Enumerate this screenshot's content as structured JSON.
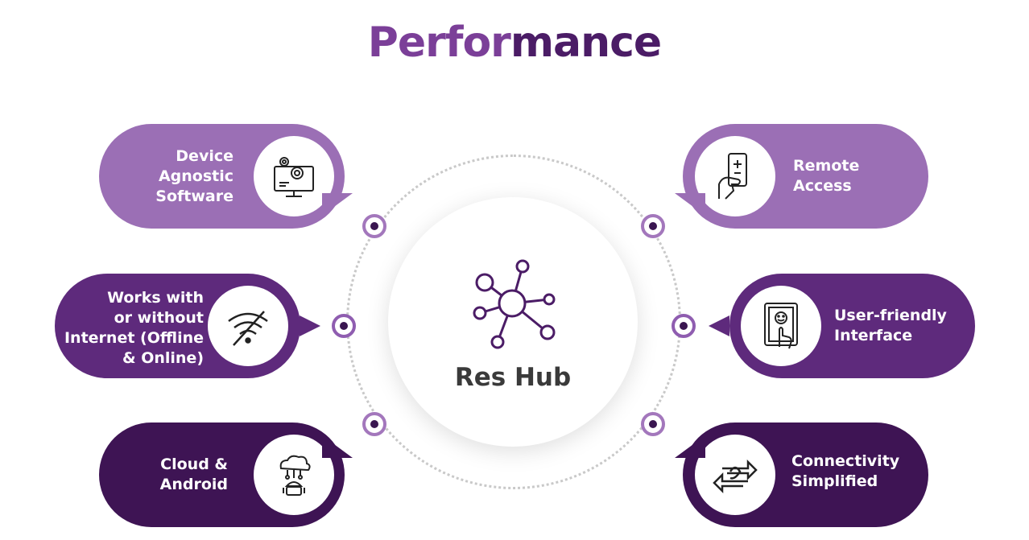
{
  "title": {
    "part1": "Perfor",
    "part2": "mance"
  },
  "hub": {
    "label": "Res Hub",
    "icon": "network-hub-icon"
  },
  "features": [
    {
      "lines": [
        "Device",
        "Agnostic",
        "Software"
      ],
      "icon": "monitor-gears-icon"
    },
    {
      "lines": [
        "Works with",
        "or without",
        "Internet (Offline",
        "& Online)"
      ],
      "icon": "wifi-off-icon"
    },
    {
      "lines": [
        "Cloud &",
        "Android"
      ],
      "icon": "cloud-android-icon"
    },
    {
      "lines": [
        "Remote",
        "Access"
      ],
      "icon": "remote-control-icon"
    },
    {
      "lines": [
        "User-friendly",
        "Interface"
      ],
      "icon": "touch-screen-icon"
    },
    {
      "lines": [
        "Connectivity",
        "Simplified"
      ],
      "icon": "exchange-arrows-icon"
    }
  ],
  "colors": {
    "light": "#9b6fb5",
    "mid": "#5e2a7c",
    "dark": "#3e1454",
    "title_light": "#7b3f98",
    "title_dark": "#4b1c66"
  }
}
